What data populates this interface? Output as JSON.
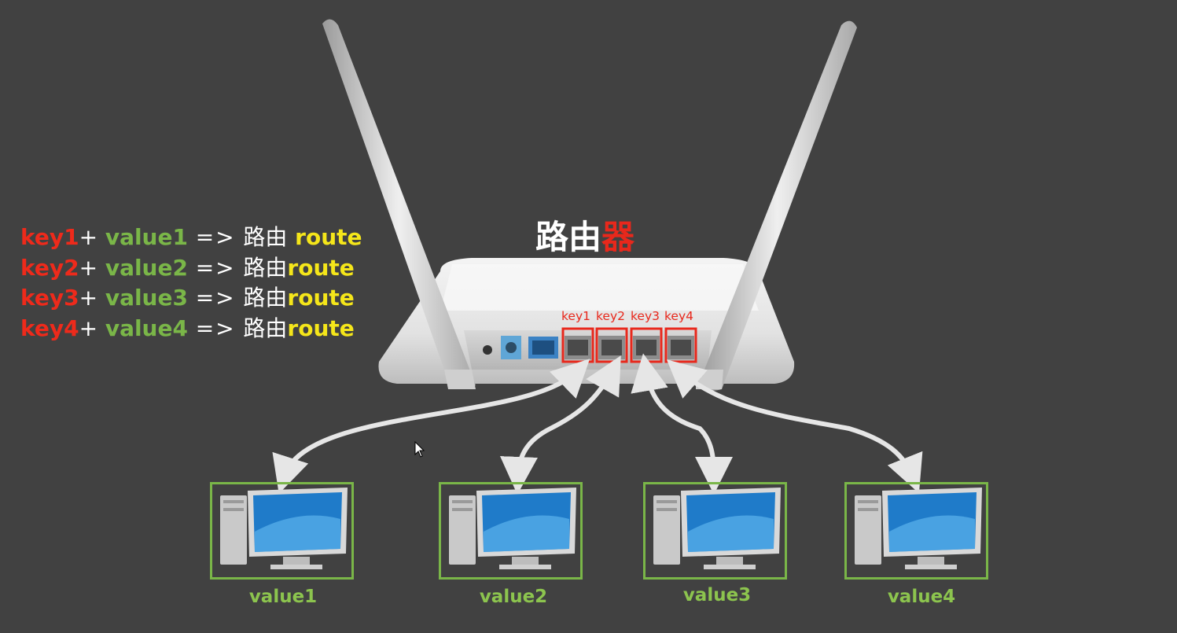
{
  "mapping_rows": [
    {
      "key": "key1",
      "plus": "+",
      "value": "value1",
      "arrow": "=>",
      "zh": "路由",
      "route": "route"
    },
    {
      "key": "key2",
      "plus": "+",
      "value": "value2",
      "arrow": "=>",
      "zh": "路由",
      "route": "route"
    },
    {
      "key": "key3",
      "plus": "+",
      "value": "value3",
      "arrow": "=>",
      "zh": "路由",
      "route": "route"
    },
    {
      "key": "key4",
      "plus": "+",
      "value": "value4",
      "arrow": "=>",
      "zh": "路由",
      "route": "route"
    }
  ],
  "title": {
    "part1": "路由",
    "part2": "器"
  },
  "ports": [
    "key1",
    "key2",
    "key3",
    "key4"
  ],
  "computers": [
    "value1",
    "value2",
    "value3",
    "value4"
  ],
  "colors": {
    "background": "#414141",
    "key": "#ee2a1b",
    "value": "#7ab648",
    "route": "#f5e61a",
    "port_box": "#e8281c",
    "connector": "#e6e6e6"
  },
  "icons": [
    "router-image",
    "desktop-computer-icon",
    "mouse-cursor-icon",
    "double-arrow-connector"
  ]
}
